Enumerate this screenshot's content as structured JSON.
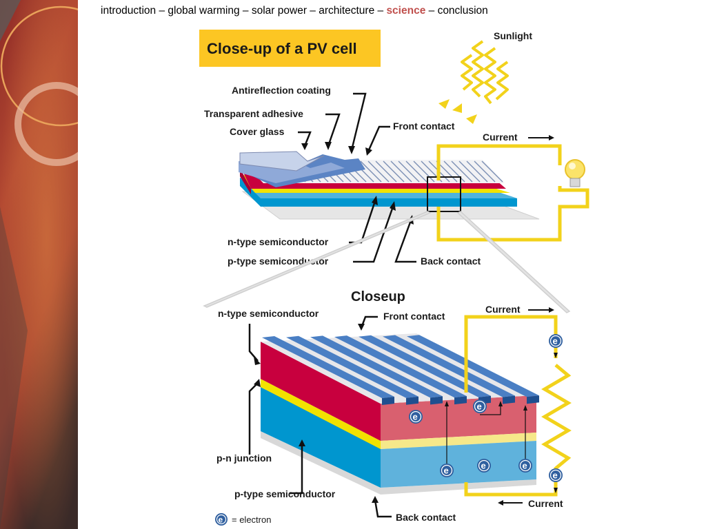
{
  "nav": {
    "items": [
      {
        "label": "introduction",
        "active": false
      },
      {
        "label": "global warming",
        "active": false
      },
      {
        "label": "solar power",
        "active": false
      },
      {
        "label": "architecture",
        "active": false
      },
      {
        "label": "science",
        "active": true
      },
      {
        "label": "conclusion",
        "active": false
      }
    ],
    "separator": " – "
  },
  "diagram": {
    "title": "Close-up of a PV cell",
    "sunlight": "Sunlight",
    "top_labels": {
      "antireflection": "Antireflection coating",
      "adhesive": "Transparent adhesive",
      "cover_glass": "Cover glass",
      "front_contact": "Front contact",
      "current": "Current",
      "n_type": "n-type semiconductor",
      "p_type": "p-type semiconductor",
      "back_contact": "Back contact"
    },
    "closeup": {
      "heading": "Closeup",
      "n_type": "n-type semiconductor",
      "front_contact": "Front contact",
      "current_top": "Current",
      "pn_junction": "p-n junction",
      "p_type": "p-type semiconductor",
      "back_contact": "Back contact",
      "current_bottom": "Current",
      "electron_symbol": "e",
      "legend": "= electron"
    }
  },
  "colors": {
    "title_bg": "#fcc623",
    "circuit": "#f2d21b",
    "n_layer": "#c8003e",
    "p_layer": "#0096cf",
    "junction": "#f2e200",
    "contact": "#2f5f9f",
    "accent": "#c0504d"
  }
}
